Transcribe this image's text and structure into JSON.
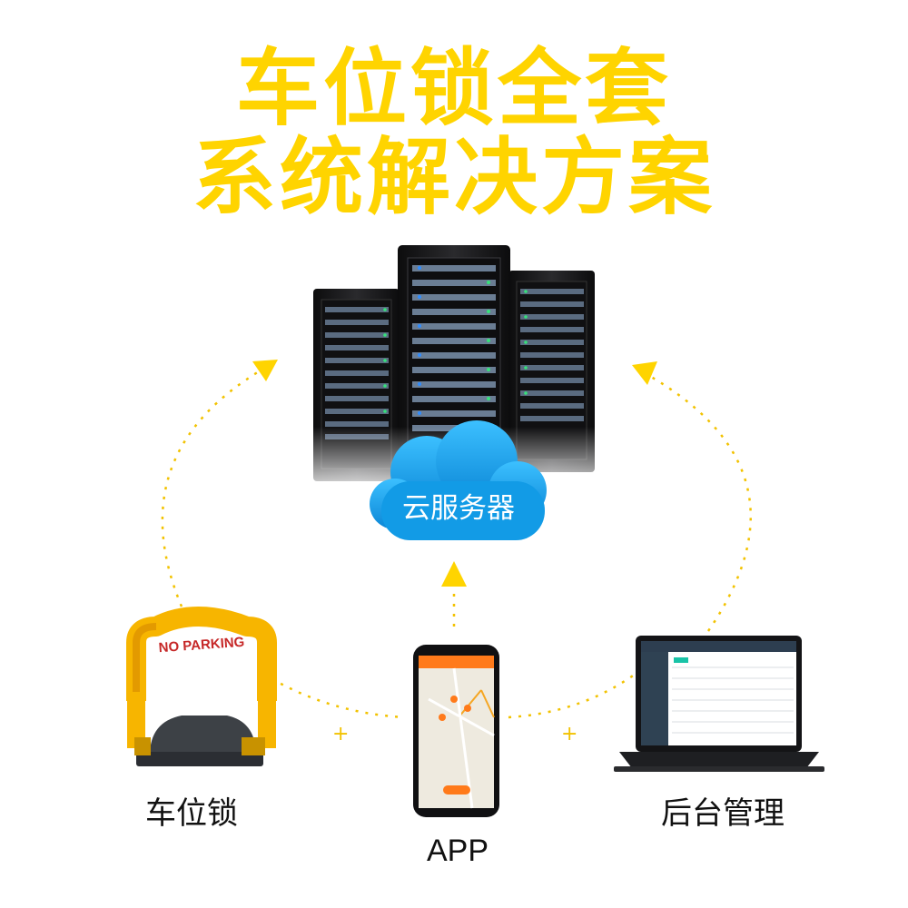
{
  "title": {
    "line1": "车位锁全套",
    "line2": "系统解决方案"
  },
  "cloud_label": "云服务器",
  "nodes": {
    "lock": "车位锁",
    "app": "APP",
    "admin": "后台管理"
  },
  "lock_sign_text": "NO PARKING",
  "plus": "+",
  "colors": {
    "accent": "#ffd400",
    "cloud": "#1aa0e8",
    "rack": "#1b1b1d",
    "lock": "#f7b500"
  }
}
